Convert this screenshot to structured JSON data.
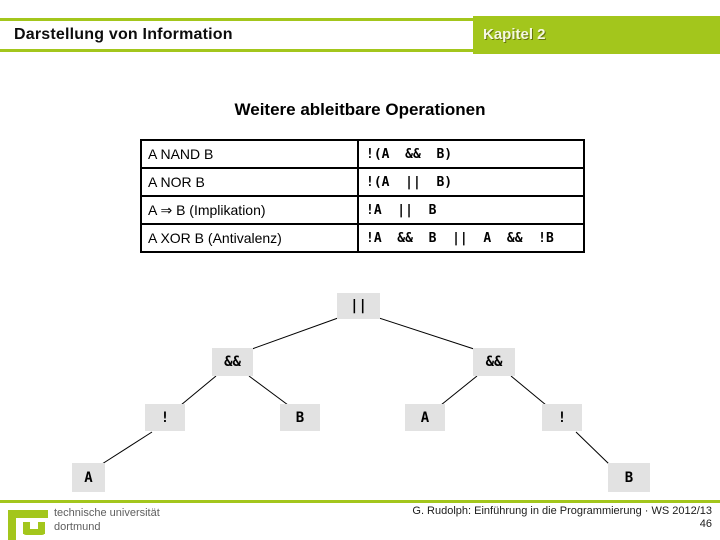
{
  "header": {
    "title": "Darstellung von Information",
    "chapter": "Kapitel 2"
  },
  "slide": {
    "title": "Weitere ableitbare Operationen"
  },
  "table": {
    "rows": [
      {
        "op": "A NAND B",
        "expr": "!(A  &&  B)"
      },
      {
        "op": "A NOR B",
        "expr": "!(A  ||  B)"
      },
      {
        "op": "A ⇒ B (Implikation)",
        "expr": "!A  ||  B"
      },
      {
        "op": "A XOR B (Antivalenz)",
        "expr": "!A  &&  B  ||  A  &&  !B"
      }
    ]
  },
  "tree": {
    "nodes": [
      {
        "id": "or-root",
        "label": "||"
      },
      {
        "id": "and-left",
        "label": "&&"
      },
      {
        "id": "and-right",
        "label": "&&"
      },
      {
        "id": "not-left",
        "label": "!"
      },
      {
        "id": "b-mid",
        "label": "B"
      },
      {
        "id": "a-mid",
        "label": "A"
      },
      {
        "id": "not-right",
        "label": "!"
      },
      {
        "id": "a-leaf",
        "label": "A"
      },
      {
        "id": "b-leaf",
        "label": "B"
      }
    ]
  },
  "footer": {
    "logo_line1": "technische universität",
    "logo_line2": "dortmund",
    "course": "G. Rudolph: Einführung in die Programmierung · WS 2012/13",
    "page": "46"
  },
  "colors": {
    "accent_green": "#a3c61c",
    "node_gray": "#e2e2e2"
  }
}
